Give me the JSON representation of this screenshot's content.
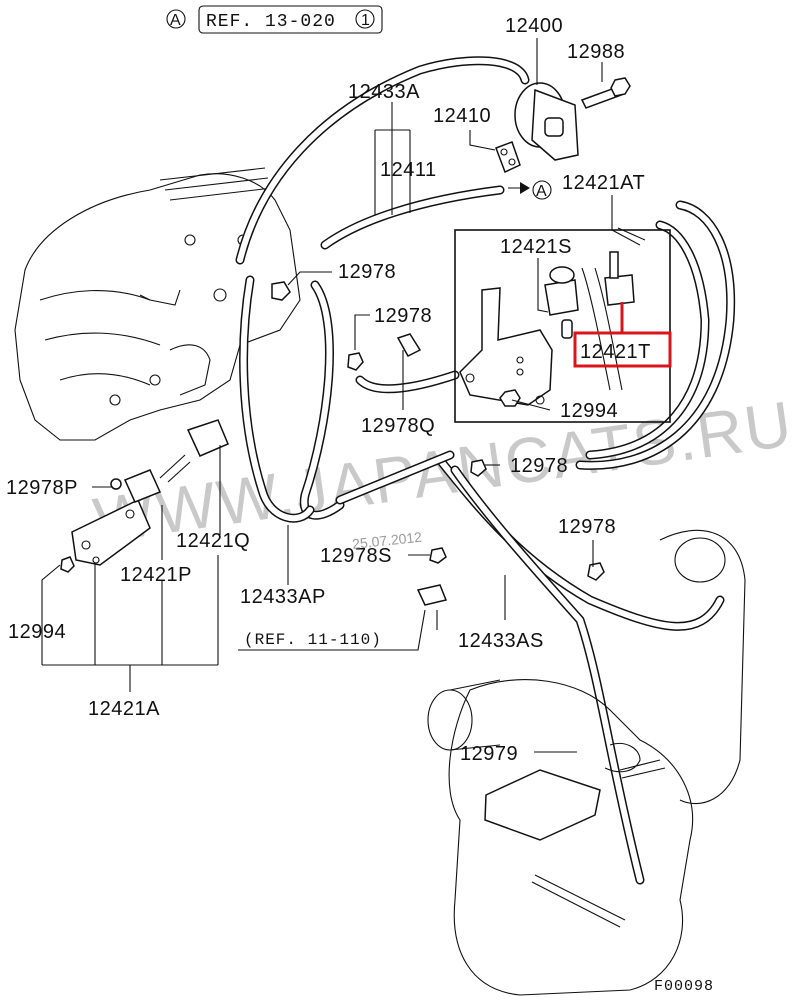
{
  "diagram": {
    "type": "exploded-parts-diagram",
    "figure_code": "F00098",
    "date_stamp": "25.07.2012",
    "watermark": "WWW.JAPANCATS.RU",
    "references": {
      "ref_top": {
        "marker": "A",
        "text": "REF. 13-020",
        "circled_suffix": "1"
      },
      "ref_arrow_marker": "A",
      "ref_bottom": "(REF. 11-110)"
    },
    "highlight_color": "#d9141c",
    "highlighted_part": "12421T",
    "part_labels": {
      "p12400": "12400",
      "p12988": "12988",
      "p12410": "12410",
      "p12433A": "12433A",
      "p12411": "12411",
      "p12421AT": "12421AT",
      "p12421S": "12421S",
      "p12421T": "12421T",
      "p12994_box": "12994",
      "p12978_a": "12978",
      "p12978_b": "12978",
      "p12978Q": "12978Q",
      "p12978_c": "12978",
      "p12978_d": "12978",
      "p12978P": "12978P",
      "p12421Q": "12421Q",
      "p12421P": "12421P",
      "p12994": "12994",
      "p12421A": "12421A",
      "p12433AP": "12433AP",
      "p12978S": "12978S",
      "p12433AS": "12433AS",
      "p12979": "12979"
    }
  }
}
